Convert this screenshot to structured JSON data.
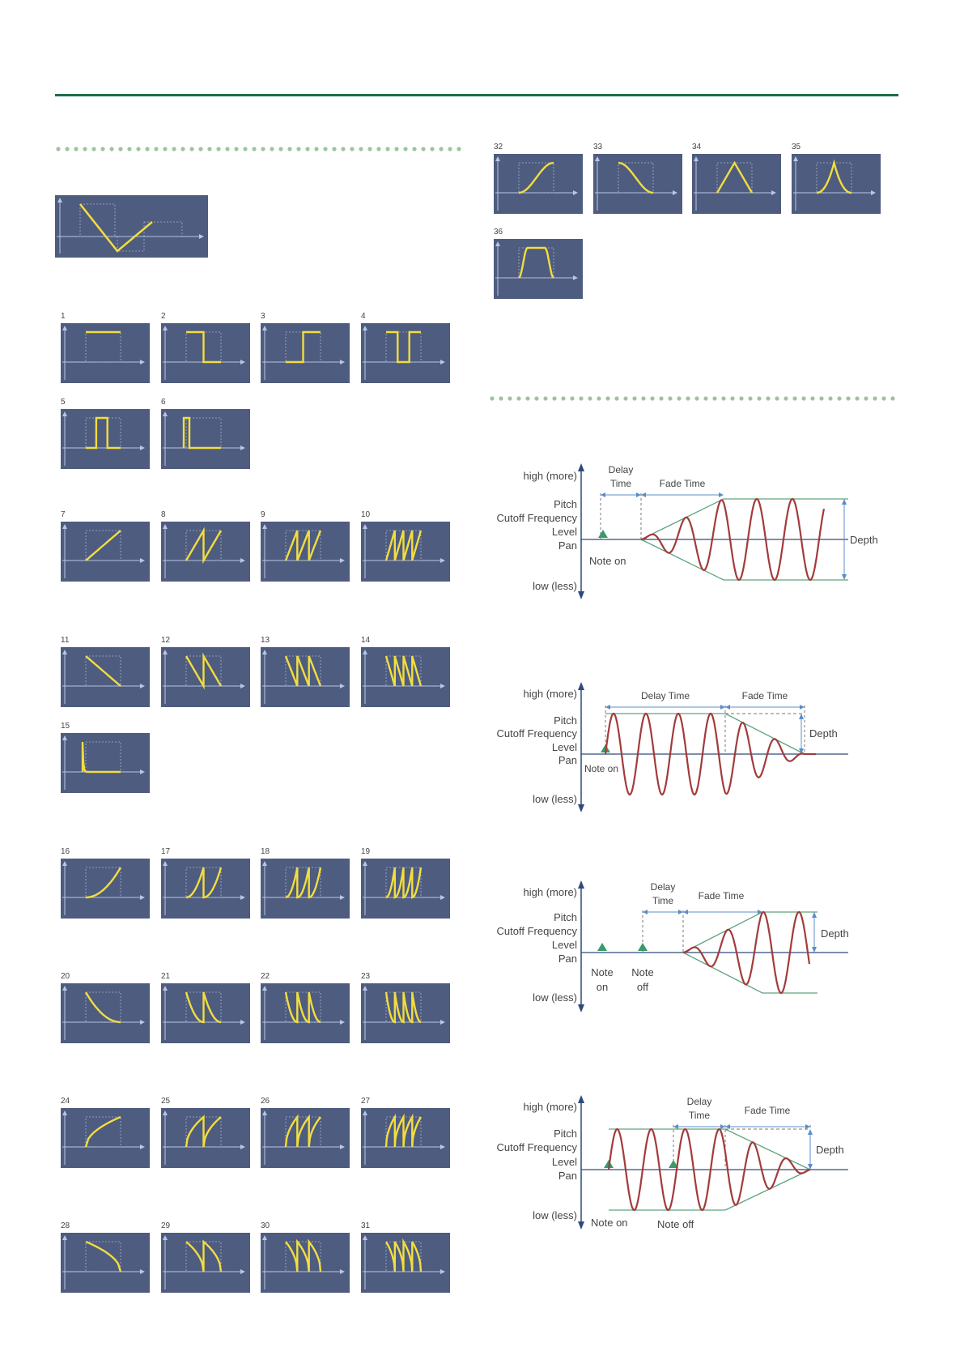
{
  "panels": [
    {
      "n": "1",
      "shape": "sq1"
    },
    {
      "n": "2",
      "shape": "sq2"
    },
    {
      "n": "3",
      "shape": "sq3"
    },
    {
      "n": "4",
      "shape": "sq4"
    },
    {
      "n": "5",
      "shape": "pulse_narrow"
    },
    {
      "n": "6",
      "shape": "pulse_left"
    },
    {
      "n": "7",
      "shape": "saw_up_1"
    },
    {
      "n": "8",
      "shape": "saw_up_2"
    },
    {
      "n": "9",
      "shape": "saw_up_3"
    },
    {
      "n": "10",
      "shape": "saw_up_4"
    },
    {
      "n": "11",
      "shape": "saw_down_1"
    },
    {
      "n": "12",
      "shape": "saw_down_2"
    },
    {
      "n": "13",
      "shape": "saw_down_3"
    },
    {
      "n": "14",
      "shape": "saw_down_4"
    },
    {
      "n": "15",
      "shape": "spike_decay"
    },
    {
      "n": "16",
      "shape": "exp_up_1"
    },
    {
      "n": "17",
      "shape": "exp_up_2"
    },
    {
      "n": "18",
      "shape": "exp_up_3"
    },
    {
      "n": "19",
      "shape": "exp_up_4"
    },
    {
      "n": "20",
      "shape": "exp_down_1"
    },
    {
      "n": "21",
      "shape": "exp_down_2"
    },
    {
      "n": "22",
      "shape": "exp_down_3"
    },
    {
      "n": "23",
      "shape": "exp_down_4"
    },
    {
      "n": "24",
      "shape": "log_up_1"
    },
    {
      "n": "25",
      "shape": "log_up_2"
    },
    {
      "n": "26",
      "shape": "log_up_3"
    },
    {
      "n": "27",
      "shape": "log_up_4"
    },
    {
      "n": "28",
      "shape": "log_down_1"
    },
    {
      "n": "29",
      "shape": "log_down_2"
    },
    {
      "n": "30",
      "shape": "log_down_3"
    },
    {
      "n": "31",
      "shape": "log_down_4"
    },
    {
      "n": "32",
      "shape": "s_rise"
    },
    {
      "n": "33",
      "shape": "s_fall"
    },
    {
      "n": "34",
      "shape": "triangle"
    },
    {
      "n": "35",
      "shape": "cusp"
    },
    {
      "n": "36",
      "shape": "bump"
    }
  ],
  "lfo_diagram_labels": {
    "high": "high (more)",
    "low": "low (less)",
    "pitch": "Pitch",
    "cutoff": "Cutoff Frequency",
    "level": "Level",
    "pan": "Pan",
    "depth": "Depth",
    "fade_time": "Fade Time",
    "delay": "Delay",
    "time": "Time",
    "delay_time": "Delay Time",
    "note_on": "Note on",
    "note": "Note",
    "on": "on",
    "off": "off",
    "note_off": "Note off"
  },
  "colors": {
    "panel_bg": "#4e5c7f",
    "waveform": "#f2dd3f",
    "axis": "#b9c6e6",
    "guide": "#a7b3d6",
    "rule": "#1f6b45",
    "dot": "#9fc39f",
    "diagram_axis": "#2f4a7a",
    "wave_red": "#a23b3b",
    "envelope_green": "#5fa37e",
    "marker_green": "#3a9a6a",
    "dim_blue": "#5b8cc7"
  }
}
